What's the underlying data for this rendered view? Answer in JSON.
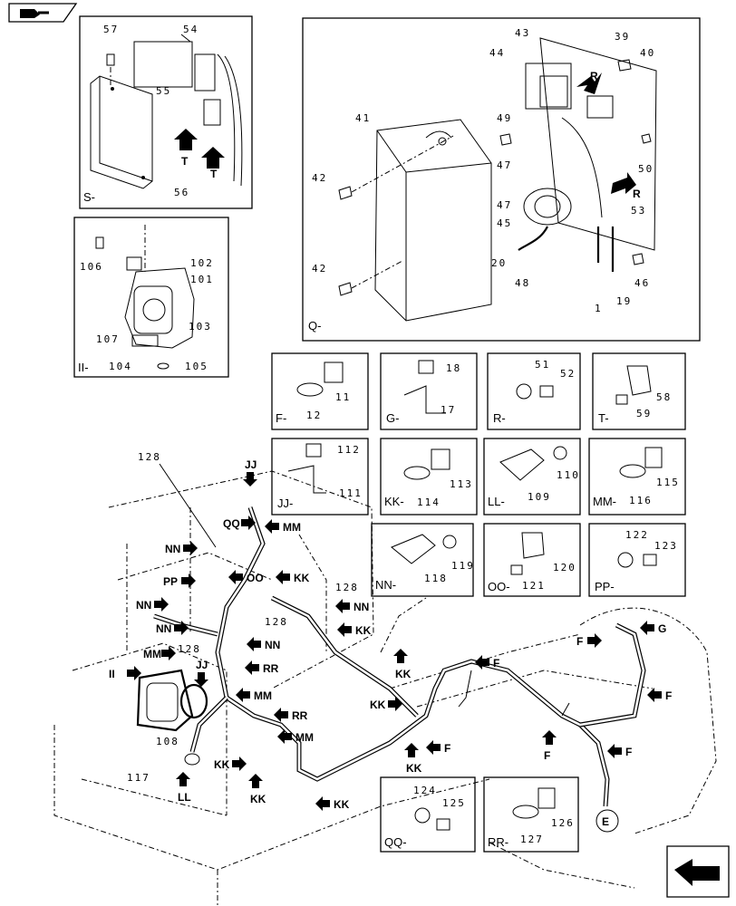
{
  "panels": {
    "S": {
      "tag": "S-",
      "parts": [
        "57",
        "54",
        "55",
        "56"
      ],
      "arrow_labels": [
        "T",
        "T"
      ]
    },
    "II": {
      "tag": "II-",
      "parts": [
        "106",
        "102",
        "101",
        "103",
        "107",
        "104",
        "105"
      ]
    },
    "Q": {
      "tag": "Q-",
      "parts": [
        "43",
        "44",
        "39",
        "40",
        "49",
        "41",
        "47",
        "47",
        "45",
        "42",
        "42",
        "20",
        "48",
        "19",
        "1",
        "50",
        "53",
        "46"
      ],
      "arrow_labels": [
        "R",
        "R"
      ]
    },
    "F": {
      "tag": "F-",
      "parts": [
        "12",
        "11"
      ]
    },
    "G": {
      "tag": "G-",
      "parts": [
        "18",
        "17"
      ]
    },
    "R": {
      "tag": "R-",
      "parts": [
        "51",
        "52"
      ]
    },
    "T": {
      "tag": "T-",
      "parts": [
        "58",
        "59"
      ]
    },
    "JJ": {
      "tag": "JJ-",
      "parts": [
        "112",
        "111"
      ]
    },
    "KK": {
      "tag": "KK-",
      "parts": [
        "114",
        "113"
      ]
    },
    "LL": {
      "tag": "LL-",
      "parts": [
        "109",
        "110"
      ]
    },
    "MM": {
      "tag": "MM-",
      "parts": [
        "116",
        "115"
      ]
    },
    "NN": {
      "tag": "NN-",
      "parts": [
        "118",
        "119"
      ]
    },
    "OO": {
      "tag": "OO-",
      "parts": [
        "121",
        "120"
      ]
    },
    "PP": {
      "tag": "PP-",
      "parts": [
        "122",
        "123"
      ]
    },
    "QQ": {
      "tag": "QQ-",
      "parts": [
        "124",
        "125"
      ]
    },
    "RR": {
      "tag": "RR-",
      "parts": [
        "127",
        "126"
      ]
    }
  },
  "main": {
    "parts": [
      "128",
      "128",
      "128",
      "128",
      "108",
      "117"
    ],
    "callouts": [
      "JJ",
      "QQ",
      "MM",
      "NN",
      "PP",
      "NN",
      "NN",
      "OO",
      "KK",
      "NN",
      "KK",
      "NN",
      "MM",
      "RR",
      "II",
      "JJ",
      "MM",
      "KK",
      "KK",
      "RR",
      "MM",
      "KK",
      "LL",
      "KK",
      "KK",
      "KK",
      "F",
      "F",
      "G",
      "F",
      "F",
      "F",
      "F",
      "E"
    ]
  }
}
